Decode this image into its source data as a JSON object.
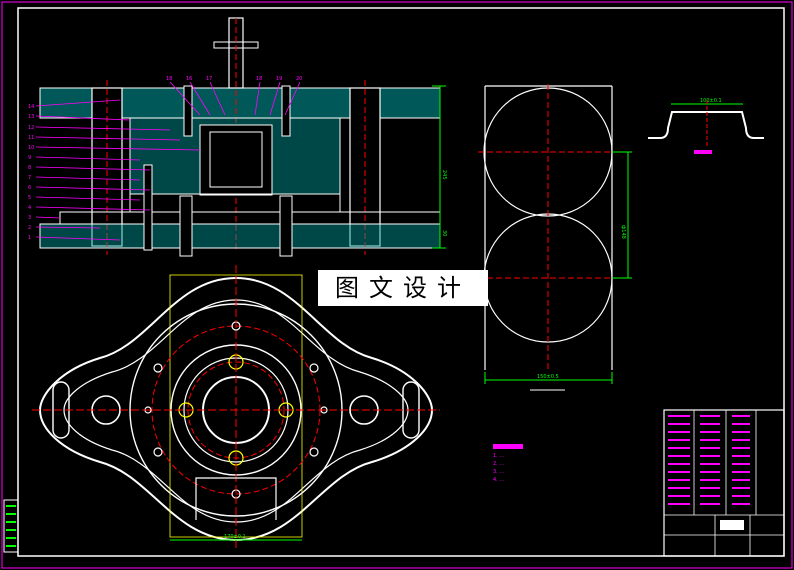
{
  "watermark": "图文设计",
  "labels": {
    "side_view_dim": "245",
    "side_view_dim_small": "30",
    "strip_width": "150±0.5",
    "strip_pitch": "ф148",
    "bottom_dim": "170±0.1",
    "part_dim": "100±0.1"
  },
  "part_numbers": [
    "14",
    "13",
    "12",
    "11",
    "10",
    "9",
    "8",
    "7",
    "6",
    "5",
    "4",
    "3",
    "2",
    "1"
  ],
  "top_numbers": [
    "18",
    "16",
    "17",
    "18",
    "19",
    "20"
  ],
  "notes": {
    "line1": "1. ...",
    "line2": "2. ...",
    "line3": "3. ...",
    "line4": "4. ..."
  },
  "colors": {
    "background": "#000000",
    "outline": "#ffffff",
    "center": "#ff0000",
    "hatch": "#00c0c0",
    "dim": "#00ff00",
    "leader": "#ff00ff",
    "hidden": "#ffff00"
  }
}
